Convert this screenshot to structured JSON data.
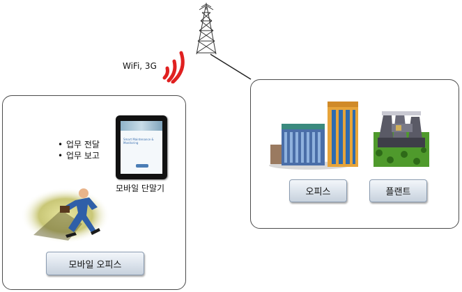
{
  "network": {
    "label": "WiFi, 3G"
  },
  "mobile_office": {
    "button_label": "모바일 오피스",
    "tasks": [
      "업무 전달",
      "업무 보고"
    ],
    "device_label": "모바일 단말기",
    "tablet_screen_text": "Smart Maintenance & Monitoring"
  },
  "office_panel": {
    "office_button": "오피스",
    "plant_button": "플랜트"
  },
  "colors": {
    "signal": "#e02020",
    "panel_border": "#4a4a4a",
    "button_bg": "#dfe6ee"
  }
}
